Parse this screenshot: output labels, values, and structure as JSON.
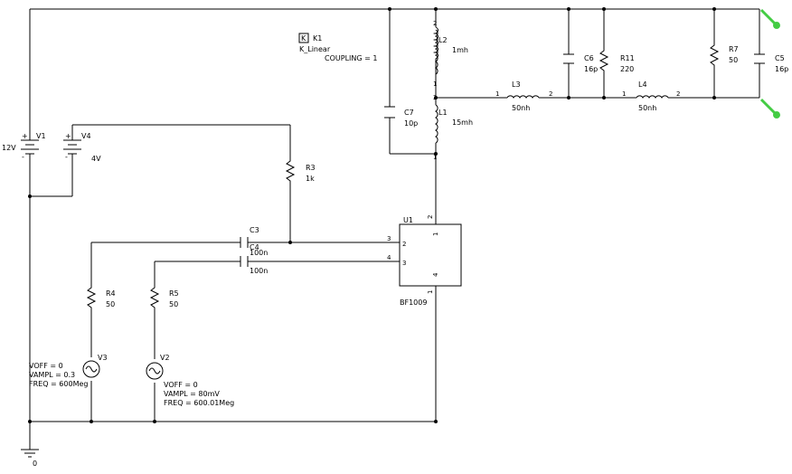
{
  "sources": {
    "V1": {
      "ref": "V1",
      "value": "12V"
    },
    "V4": {
      "ref": "V4",
      "value": "4V"
    },
    "V3": {
      "ref": "V3",
      "voff": "VOFF = 0",
      "vampl": "VAMPL = 0.3",
      "freq": "FREQ = 600Meg"
    },
    "V2": {
      "ref": "V2",
      "voff": "VOFF = 0",
      "vampl": "VAMPL = 80mV",
      "freq": "FREQ = 600.01Meg"
    }
  },
  "resistors": {
    "R3": {
      "ref": "R3",
      "value": "1k"
    },
    "R4": {
      "ref": "R4",
      "value": "50"
    },
    "R5": {
      "ref": "R5",
      "value": "50"
    },
    "R11": {
      "ref": "R11",
      "value": "220"
    },
    "R7": {
      "ref": "R7",
      "value": "50"
    }
  },
  "capacitors": {
    "C3": {
      "ref": "C3",
      "value": "100n"
    },
    "C4": {
      "ref": "C4",
      "value": "100n"
    },
    "C7": {
      "ref": "C7",
      "value": "10p"
    },
    "C6": {
      "ref": "C6",
      "value": "16p"
    },
    "C5": {
      "ref": "C5",
      "value": "16p"
    }
  },
  "inductors": {
    "L1": {
      "ref": "L1",
      "value": "15mh",
      "pin1": "1",
      "pin2": "2"
    },
    "L2": {
      "ref": "L2",
      "value": "1mh",
      "pin1": "1",
      "pin2": "2"
    },
    "L3": {
      "ref": "L3",
      "value": "50nh",
      "pin1": "1",
      "pin2": "2"
    },
    "L4": {
      "ref": "L4",
      "value": "50nh",
      "pin1": "1",
      "pin2": "2"
    }
  },
  "coupling": {
    "box": "K",
    "ref": "K1",
    "model": "K_Linear",
    "text": "COUPLING = 1"
  },
  "ic": {
    "ref": "U1",
    "part": "BF1009",
    "pins": {
      "p1": "1",
      "p2": "2",
      "p3": "3",
      "p4": "4"
    },
    "nets": {
      "n1": "1",
      "n2": "2",
      "n3": "3",
      "n4": "4"
    }
  },
  "ground": {
    "label": "0"
  },
  "colors": {
    "wire": "#000000",
    "label": "#000000",
    "probe": "#44cc44"
  }
}
